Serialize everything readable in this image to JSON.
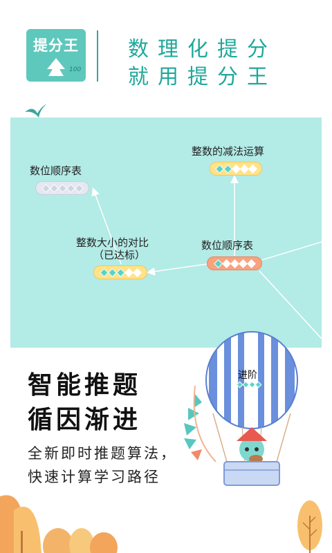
{
  "brand": {
    "logo_text": "提分王",
    "logo_mark": "100"
  },
  "slogan": {
    "line1": "数理化提分",
    "line2": "就用提分王"
  },
  "map_nodes": {
    "node_a": {
      "label": "数位顺序表"
    },
    "node_b": {
      "label": "整数的减法运算"
    },
    "node_c": {
      "label": "整数大小的对比",
      "sublabel": "（已达标）"
    },
    "node_d": {
      "label": "数位顺序表"
    },
    "balloon_tag": "进阶"
  },
  "headline": {
    "line1": "智能推题",
    "line2": "循因渐进"
  },
  "subtitle": {
    "line1": "全新即时推题算法，",
    "line2": "快速计算学习路径"
  },
  "colors": {
    "accent": "#1fa89a",
    "map_bg": "#b3ebe6",
    "pill_gray": "#e4e8f0",
    "pill_yellow": "#ffe38a",
    "pill_orange": "#f9a27e",
    "balloon_blue": "#6a8fdc"
  }
}
